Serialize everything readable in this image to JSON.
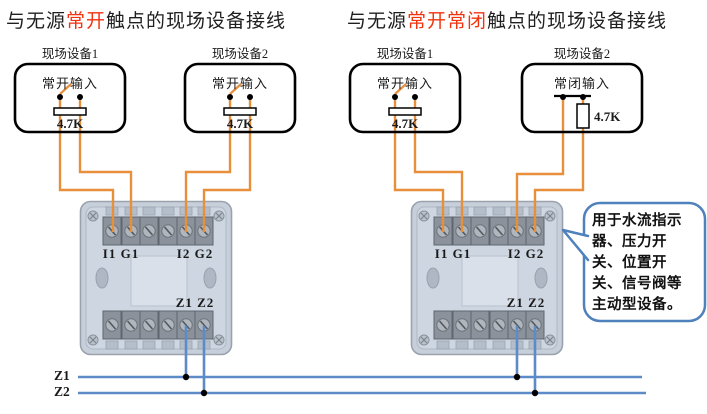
{
  "titles": {
    "left": {
      "prefix": "与无源",
      "highlight": "常开",
      "suffix": "触点的现场设备接线"
    },
    "right": {
      "prefix": "与无源",
      "highlight": "常开常闭",
      "suffix": "触点的现场设备接线"
    }
  },
  "devices": [
    {
      "name": "现场设备1",
      "input_label": "常开输入",
      "resistor_value": "4.7K",
      "contact_type": "normally-open"
    },
    {
      "name": "现场设备2",
      "input_label": "常开输入",
      "resistor_value": "4.7K",
      "contact_type": "normally-open"
    },
    {
      "name": "现场设备1",
      "input_label": "常开输入",
      "resistor_value": "4.7K",
      "contact_type": "normally-open"
    },
    {
      "name": "现场设备2",
      "input_label": "常闭输入",
      "resistor_value": "4.7K",
      "contact_type": "normally-closed"
    }
  ],
  "modules": [
    {
      "terminals_top_left": "I1 G1",
      "terminals_top_right": "I2 G2",
      "terminals_bottom": "Z1 Z2"
    },
    {
      "terminals_top_left": "I1 G1",
      "terminals_top_right": "I2 G2",
      "terminals_bottom": "Z1 Z2"
    }
  ],
  "bus_labels": {
    "z1": "Z1",
    "z2": "Z2"
  },
  "callout": {
    "text": "用于水流指示器、压力开关、位置开关、信号阀等主动型设备。"
  },
  "colors": {
    "page_bg": "#ffffff",
    "highlight_red": "#f2330f",
    "wire_orange": "#e88f3c",
    "wire_blue": "#5d8bc7",
    "callout_border": "#4f81bd"
  }
}
